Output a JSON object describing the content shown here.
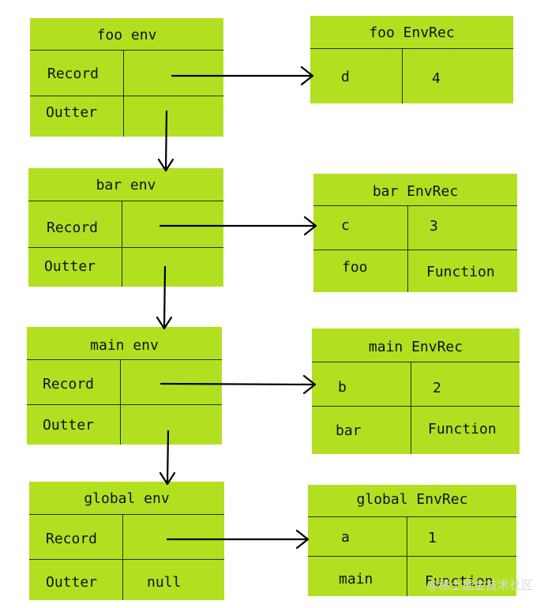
{
  "colors": {
    "box_fill": "#b2e021",
    "line": "#1f3a00",
    "arrow": "#000000"
  },
  "environments": [
    {
      "title": "foo env",
      "record_label": "Record",
      "outer_label": "Outter",
      "outer_value": ""
    },
    {
      "title": "bar env",
      "record_label": "Record",
      "outer_label": "Outter",
      "outer_value": ""
    },
    {
      "title": "main env",
      "record_label": "Record",
      "outer_label": "Outter",
      "outer_value": ""
    },
    {
      "title": "global env",
      "record_label": "Record",
      "outer_label": "Outter",
      "outer_value": "null"
    }
  ],
  "env_records": [
    {
      "title": "foo EnvRec",
      "rows": [
        {
          "name": "d",
          "value": "4"
        }
      ]
    },
    {
      "title": "bar EnvRec",
      "rows": [
        {
          "name": "c",
          "value": "3"
        },
        {
          "name": "foo",
          "value": "Function"
        }
      ]
    },
    {
      "title": "main EnvRec",
      "rows": [
        {
          "name": "b",
          "value": "2"
        },
        {
          "name": "bar",
          "value": "Function"
        }
      ]
    },
    {
      "title": "global EnvRec",
      "rows": [
        {
          "name": "a",
          "value": "1"
        },
        {
          "name": "main",
          "value": "Function"
        }
      ]
    }
  ],
  "watermark": "@稀土掘金技术社区"
}
